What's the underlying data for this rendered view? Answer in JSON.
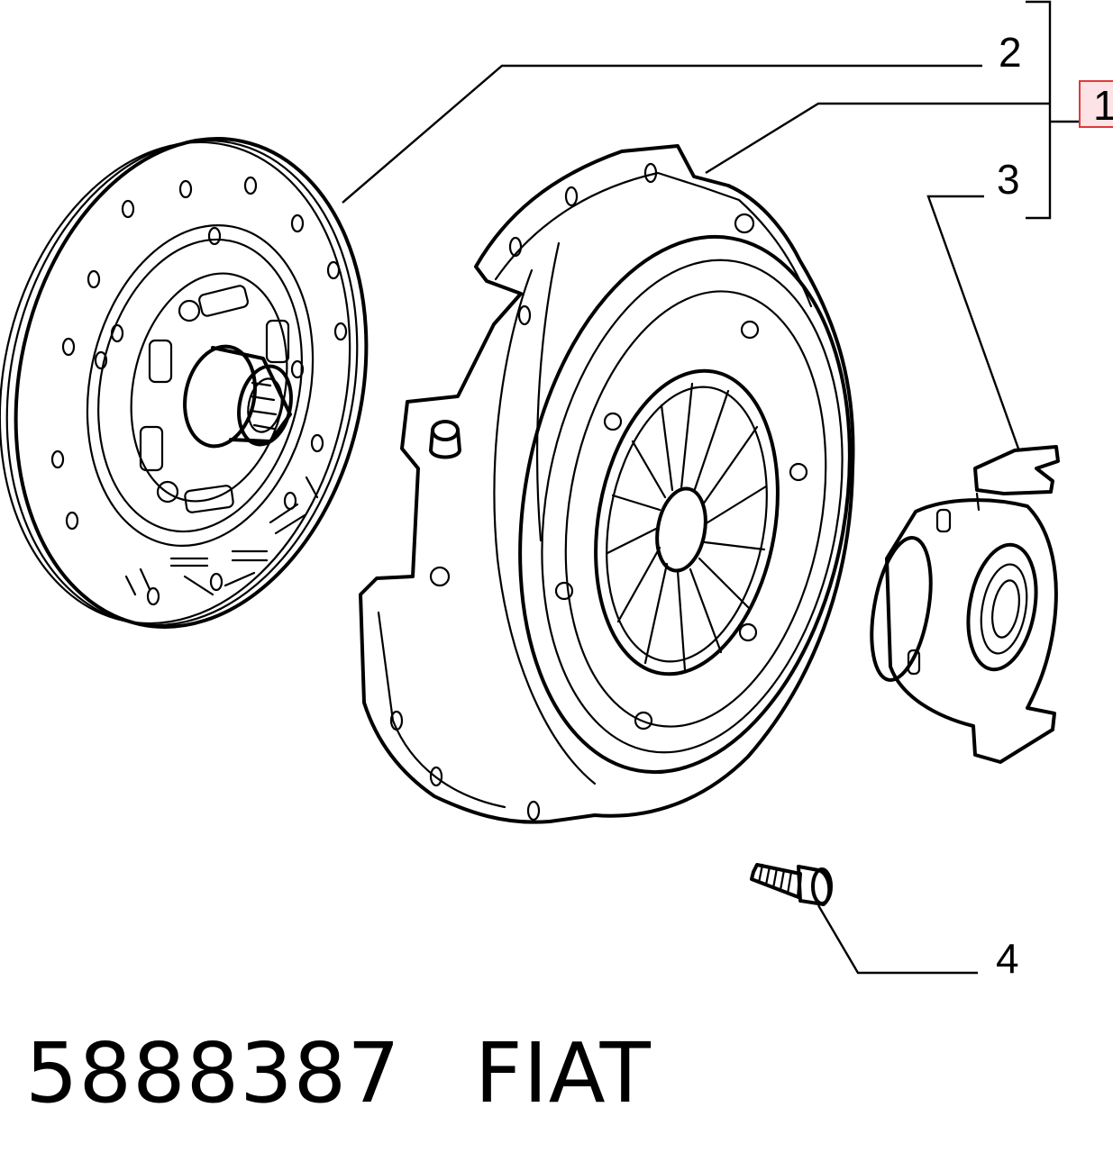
{
  "callouts": {
    "kit": "1",
    "disc": "2",
    "pressure_plate": "",
    "bearing": "3",
    "bolt": "4"
  },
  "caption": {
    "part_number": "5888387",
    "brand": "FIAT"
  },
  "colors": {
    "ink": "#000000",
    "highlight_fill": "#fde3e5",
    "highlight_border": "#e03a3a"
  }
}
